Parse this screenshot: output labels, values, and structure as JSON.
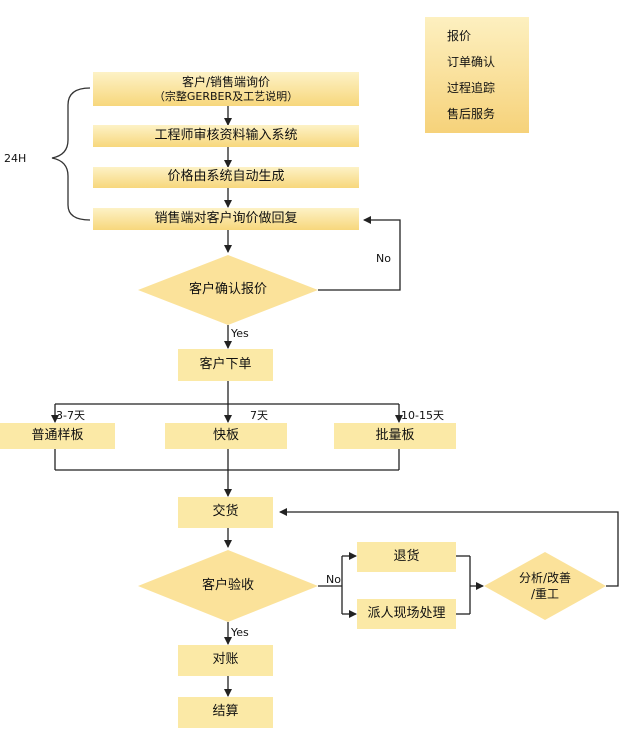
{
  "legend": {
    "items": [
      "报价",
      "订单确认",
      "过程追踪",
      "售后服务"
    ]
  },
  "side_label": "24H",
  "nodes": {
    "inquiry_line1": "客户/销售端询价",
    "inquiry_line2": "（宗整GERBER及工艺说明）",
    "engineer": "工程师审核资料输入系统",
    "autoprice": "价格由系统自动生成",
    "reply": "销售端对客户询价做回复",
    "confirm_quote": "客户确认报价",
    "order": "客户下单",
    "normal_sample": "普通样板",
    "quick": "快板",
    "batch": "批量板",
    "deliver": "交货",
    "accept": "客户验收",
    "return": "退货",
    "onsite": "派人现场处理",
    "analyze_line1": "分析/改善",
    "analyze_line2": "/重工",
    "reconcile": "对账",
    "settle": "结算"
  },
  "edge_labels": {
    "no1": "No",
    "yes1": "Yes",
    "days_normal": "3-7天",
    "days_quick": "7天",
    "days_batch": "10-15天",
    "no2": "No",
    "yes2": "Yes"
  },
  "colors": {
    "box_fill": "#fbe9a6",
    "diamond_fill": "#fbe29a",
    "line": "#222222"
  }
}
